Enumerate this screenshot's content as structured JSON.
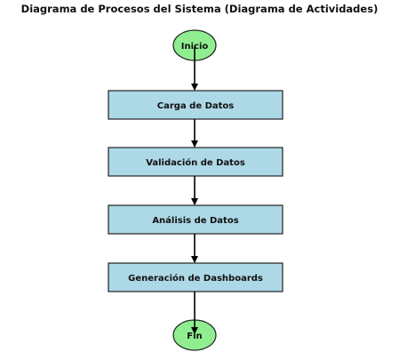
{
  "title": "Diagrama de Procesos del Sistema (Diagrama de Actividades)",
  "nodes": {
    "start": "Inicio",
    "load": "Carga de Datos",
    "validate": "Validación de Datos",
    "analyze": "Análisis de Datos",
    "dashboards": "Generación de Dashboards",
    "end": "Fin"
  },
  "colors": {
    "terminal_fill": "#90ee90",
    "process_fill": "#add8e6",
    "stroke": "#222222"
  }
}
